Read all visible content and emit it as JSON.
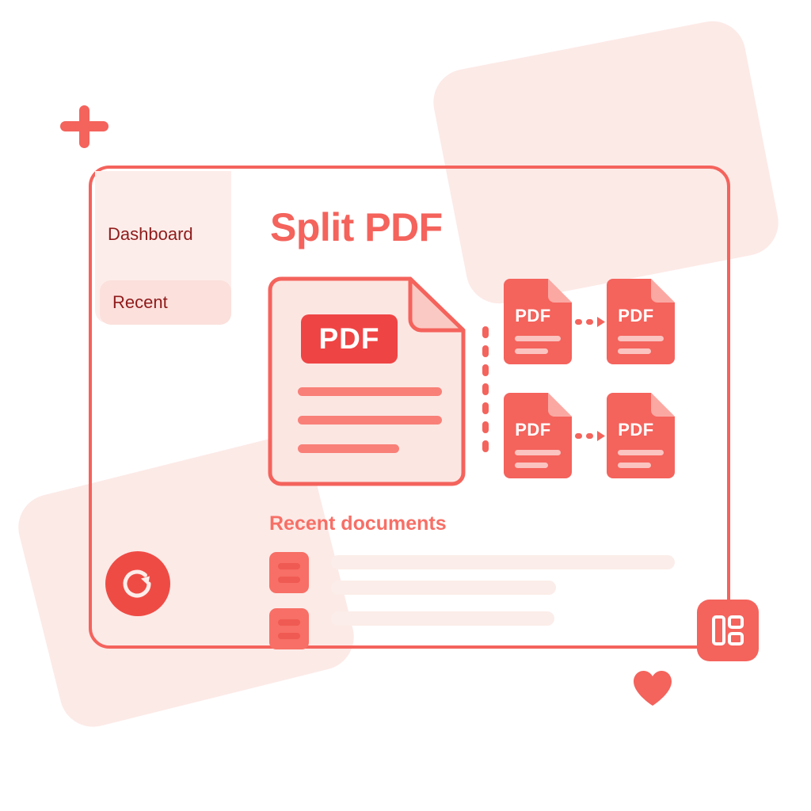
{
  "app": {
    "title": "Split PDF",
    "accent_color": "#F4635C",
    "accent_dark": "#EF4444",
    "surface_pink": "#FDEDEA",
    "surface_pink_dark": "#FBE0DC",
    "text_dark_red": "#8F1B1B"
  },
  "sidebar": {
    "items": [
      {
        "label": "Dashboard",
        "selected": false
      },
      {
        "label": "Recent",
        "selected": true
      }
    ]
  },
  "main": {
    "source_document": {
      "badge_label": "PDF",
      "line_count": 3
    },
    "split_output": {
      "cards": [
        {
          "label": "PDF"
        },
        {
          "label": "PDF"
        },
        {
          "label": "PDF"
        },
        {
          "label": "PDF"
        }
      ],
      "arrow_count": 2,
      "divider_dash_count": 7
    }
  },
  "recent": {
    "heading": "Recent documents",
    "rows": [
      {
        "bars": 2
      },
      {
        "bars": 1
      }
    ]
  },
  "controls": {
    "refresh": {
      "icon": "refresh-icon"
    },
    "dashboard_badge": {
      "icon": "dashboard-grid-icon"
    },
    "favorite": {
      "icon": "heart-icon"
    },
    "add": {
      "icon": "plus-icon"
    }
  }
}
